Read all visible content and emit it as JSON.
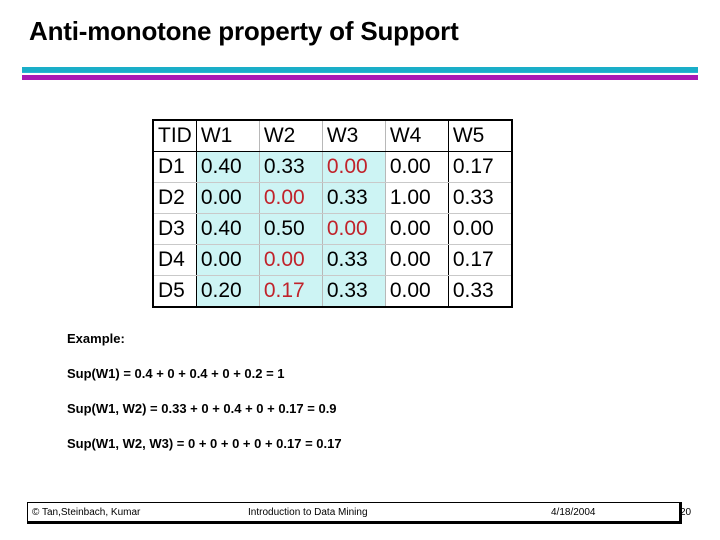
{
  "slide": {
    "title": "Anti-monotone property of Support",
    "accent_cyan": "#1aaec8",
    "accent_magenta": "#a81bb4",
    "highlight_bg": "#cdf4f4",
    "red_text": "#c0232b"
  },
  "table": {
    "headers": [
      "TID",
      "W1",
      "W2",
      "W3",
      "W4",
      "W5"
    ],
    "rows": [
      {
        "tid": "D1",
        "cells": [
          {
            "value": "0.40",
            "highlight": true,
            "red": false
          },
          {
            "value": "0.33",
            "highlight": true,
            "red": false
          },
          {
            "value": "0.00",
            "highlight": true,
            "red": true
          },
          {
            "value": "0.00",
            "highlight": false,
            "red": false
          },
          {
            "value": "0.17",
            "highlight": false,
            "red": false
          }
        ]
      },
      {
        "tid": "D2",
        "cells": [
          {
            "value": "0.00",
            "highlight": true,
            "red": false
          },
          {
            "value": "0.00",
            "highlight": true,
            "red": true
          },
          {
            "value": "0.33",
            "highlight": true,
            "red": false
          },
          {
            "value": "1.00",
            "highlight": false,
            "red": false
          },
          {
            "value": "0.33",
            "highlight": false,
            "red": false
          }
        ]
      },
      {
        "tid": "D3",
        "cells": [
          {
            "value": "0.40",
            "highlight": true,
            "red": false
          },
          {
            "value": "0.50",
            "highlight": true,
            "red": false
          },
          {
            "value": "0.00",
            "highlight": true,
            "red": true
          },
          {
            "value": "0.00",
            "highlight": false,
            "red": false
          },
          {
            "value": "0.00",
            "highlight": false,
            "red": false
          }
        ]
      },
      {
        "tid": "D4",
        "cells": [
          {
            "value": "0.00",
            "highlight": true,
            "red": false
          },
          {
            "value": "0.00",
            "highlight": true,
            "red": true
          },
          {
            "value": "0.33",
            "highlight": true,
            "red": false
          },
          {
            "value": "0.00",
            "highlight": false,
            "red": false
          },
          {
            "value": "0.17",
            "highlight": false,
            "red": false
          }
        ]
      },
      {
        "tid": "D5",
        "cells": [
          {
            "value": "0.20",
            "highlight": true,
            "red": false
          },
          {
            "value": "0.17",
            "highlight": true,
            "red": true
          },
          {
            "value": "0.33",
            "highlight": true,
            "red": false
          },
          {
            "value": "0.00",
            "highlight": false,
            "red": false
          },
          {
            "value": "0.33",
            "highlight": false,
            "red": false
          }
        ]
      }
    ]
  },
  "example": {
    "heading": "Example:",
    "lines": [
      "Sup(W1) = 0.4 + 0 + 0.4 + 0 + 0.2 = 1",
      "Sup(W1, W2) = 0.33 + 0 + 0.4 + 0 + 0.17 = 0.9",
      "Sup(W1, W2, W3) = 0 + 0 + 0 + 0 + 0.17 = 0.17"
    ]
  },
  "footer": {
    "author": "© Tan,Steinbach, Kumar",
    "course": "Introduction to Data Mining",
    "date": "4/18/2004",
    "page": "20"
  }
}
